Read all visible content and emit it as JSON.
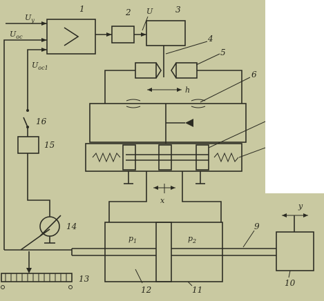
{
  "labels": {
    "n1": "1",
    "n2": "2",
    "n3": "3",
    "n4": "4",
    "n5": "5",
    "n6": "6",
    "n9": "9",
    "n10": "10",
    "n11": "11",
    "n12": "12",
    "n13": "13",
    "n14": "14",
    "n15": "15",
    "n16": "16",
    "uy": "U",
    "uy_sub": "y",
    "uos": "U",
    "uos_sub": "oc",
    "uos1": "U",
    "uos1_sub": "oc1",
    "u": "U",
    "h": "h",
    "x": "x",
    "p1": "p",
    "p1_sub": "1",
    "p2": "p",
    "p2_sub": "2",
    "y": "y"
  },
  "colors": {
    "paper": "#c9c9a1",
    "paper_dark": "#b6b68a",
    "ink": "#2b2b22"
  }
}
